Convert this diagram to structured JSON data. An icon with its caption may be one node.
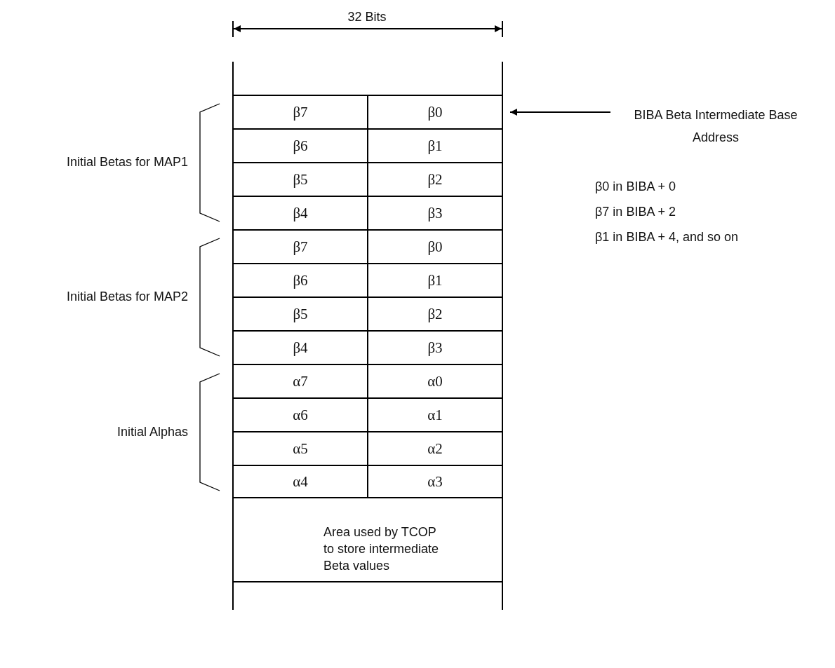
{
  "diagram": {
    "nodes": [
      {
        "text": [],
        "shape": "box"
      },
      {
        "text": [
          "β7"
        ]
      },
      {
        "text": [
          "β0"
        ]
      },
      {
        "text": [
          "β6"
        ]
      },
      {
        "text": [
          "β1"
        ]
      },
      {
        "text": [
          "β5"
        ]
      },
      {
        "text": [
          "β2"
        ]
      },
      {
        "text": [
          "β4"
        ]
      },
      {
        "text": [
          "β3"
        ]
      },
      {
        "text": [
          "β7"
        ]
      },
      {
        "text": [
          "β0"
        ]
      },
      {
        "text": [
          "β6"
        ]
      },
      {
        "text": [
          "β1"
        ]
      },
      {
        "text": [
          "β5"
        ]
      },
      {
        "text": [
          "β2"
        ]
      },
      {
        "text": [
          "β4"
        ]
      },
      {
        "text": [
          "β3"
        ]
      },
      {
        "text": [
          "α7"
        ]
      },
      {
        "text": [
          "α0"
        ]
      },
      {
        "text": [
          "α6"
        ]
      },
      {
        "text": [
          "α1"
        ]
      },
      {
        "text": [
          "α5"
        ]
      },
      {
        "text": [
          "α2"
        ]
      },
      {
        "text": [
          "α4"
        ]
      },
      {
        "text": [
          "α3"
        ]
      },
      {
        "text": [
          "Area used by TCOP to store intermediate Beta values"
        ]
      },
      {
        "text": [],
        "shape": "box"
      },
      {
        "text": [
          "BIBA Beta Intermediate Base Address"
        ]
      }
    ],
    "edges": [
      {
        "from": 27,
        "to": 2,
        "arrow": "to"
      }
    ],
    "labels": [
      "32 Bits",
      "Initial Betas for MAP1",
      "Initial Betas for MAP2",
      "Initial Alphas",
      "β0 in BIBA + 0",
      "β7 in BIBA + 2",
      "β1 in BIBA + 4, and so on"
    ]
  }
}
